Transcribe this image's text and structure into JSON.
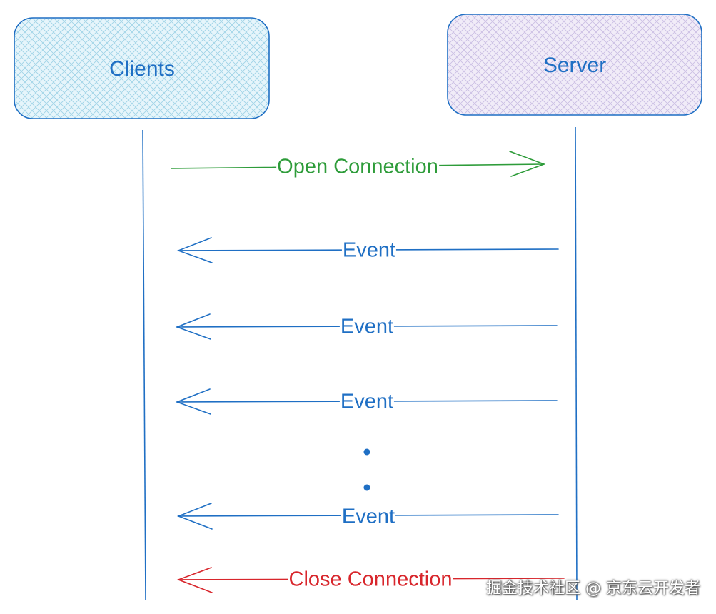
{
  "actors": {
    "client": {
      "label": "Clients"
    },
    "server": {
      "label": "Server"
    }
  },
  "messages": {
    "open": "Open Connection",
    "event1": "Event",
    "event2": "Event",
    "event3": "Event",
    "event4": "Event",
    "close": "Close Connection"
  },
  "watermark": "掘金技术社区 @ 京东云开发者",
  "colors": {
    "client_fill": "#dcf0f7",
    "server_fill": "#ece6f5",
    "box_stroke": "#1f6fc4",
    "lifeline": "#1f6fc4",
    "open_arrow": "#2e9c3a",
    "event_arrow": "#1f6fc4",
    "close_arrow": "#d8262c"
  }
}
